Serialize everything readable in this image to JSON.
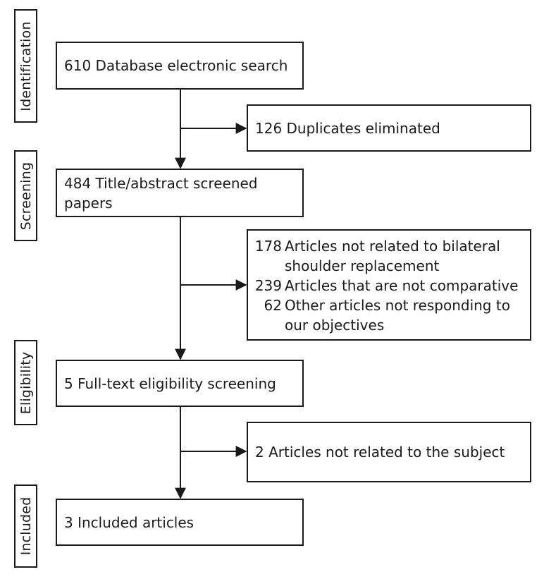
{
  "stages": [
    {
      "id": "identification",
      "label": "Identification"
    },
    {
      "id": "screening",
      "label": "Screening"
    },
    {
      "id": "eligibility",
      "label": "Eligibility"
    },
    {
      "id": "included",
      "label": "Included"
    }
  ],
  "main_boxes": {
    "search": "610 Database electronic search",
    "screened": "484 Title/abstract screened papers",
    "fulltext": "5 Full-text eligibility screening",
    "included": "3 Included articles"
  },
  "exclusions": {
    "duplicates": "126 Duplicates eliminated",
    "screening": [
      {
        "count": "178",
        "lines": [
          "Articles not related to bilateral",
          "shoulder replacement"
        ]
      },
      {
        "count": "239",
        "lines": [
          "Articles that are not comparative"
        ]
      },
      {
        "count": "62",
        "lines": [
          "Other articles not responding to",
          "our objectives"
        ]
      }
    ],
    "subject": "2 Articles not related to the subject"
  }
}
